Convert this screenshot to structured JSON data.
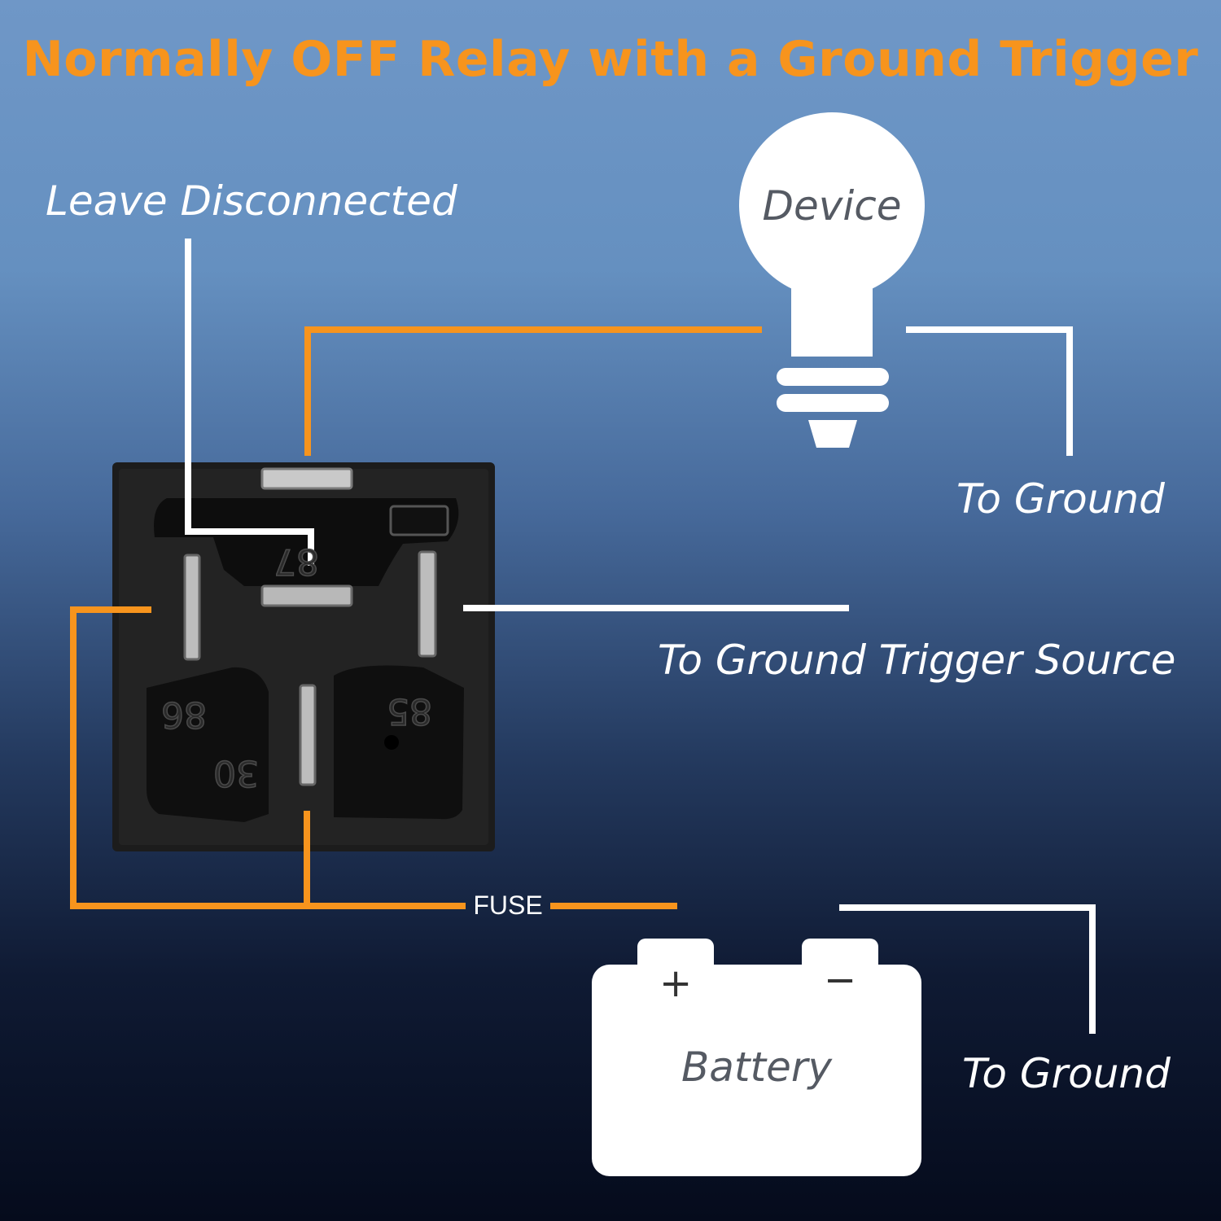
{
  "title": "Normally OFF Relay with a Ground Trigger",
  "labels": {
    "leave_disconnected": "Leave Disconnected",
    "device": "Device",
    "to_ground_device": "To Ground",
    "to_ground_trigger_source": "To Ground Trigger Source",
    "fuse": "FUSE",
    "battery": "Battery",
    "battery_plus": "+",
    "battery_minus": "−",
    "to_ground_battery": "To Ground"
  },
  "relay_pins": {
    "pin_87": "87",
    "pin_86": "86",
    "pin_85": "85",
    "pin_30": "30"
  },
  "colors": {
    "title": "#f7941d",
    "wire_power": "#f7941d",
    "wire_ground": "#ffffff",
    "relay_body": "#1c1c1c",
    "component_fill": "#ffffff",
    "component_text": "#555a63"
  }
}
